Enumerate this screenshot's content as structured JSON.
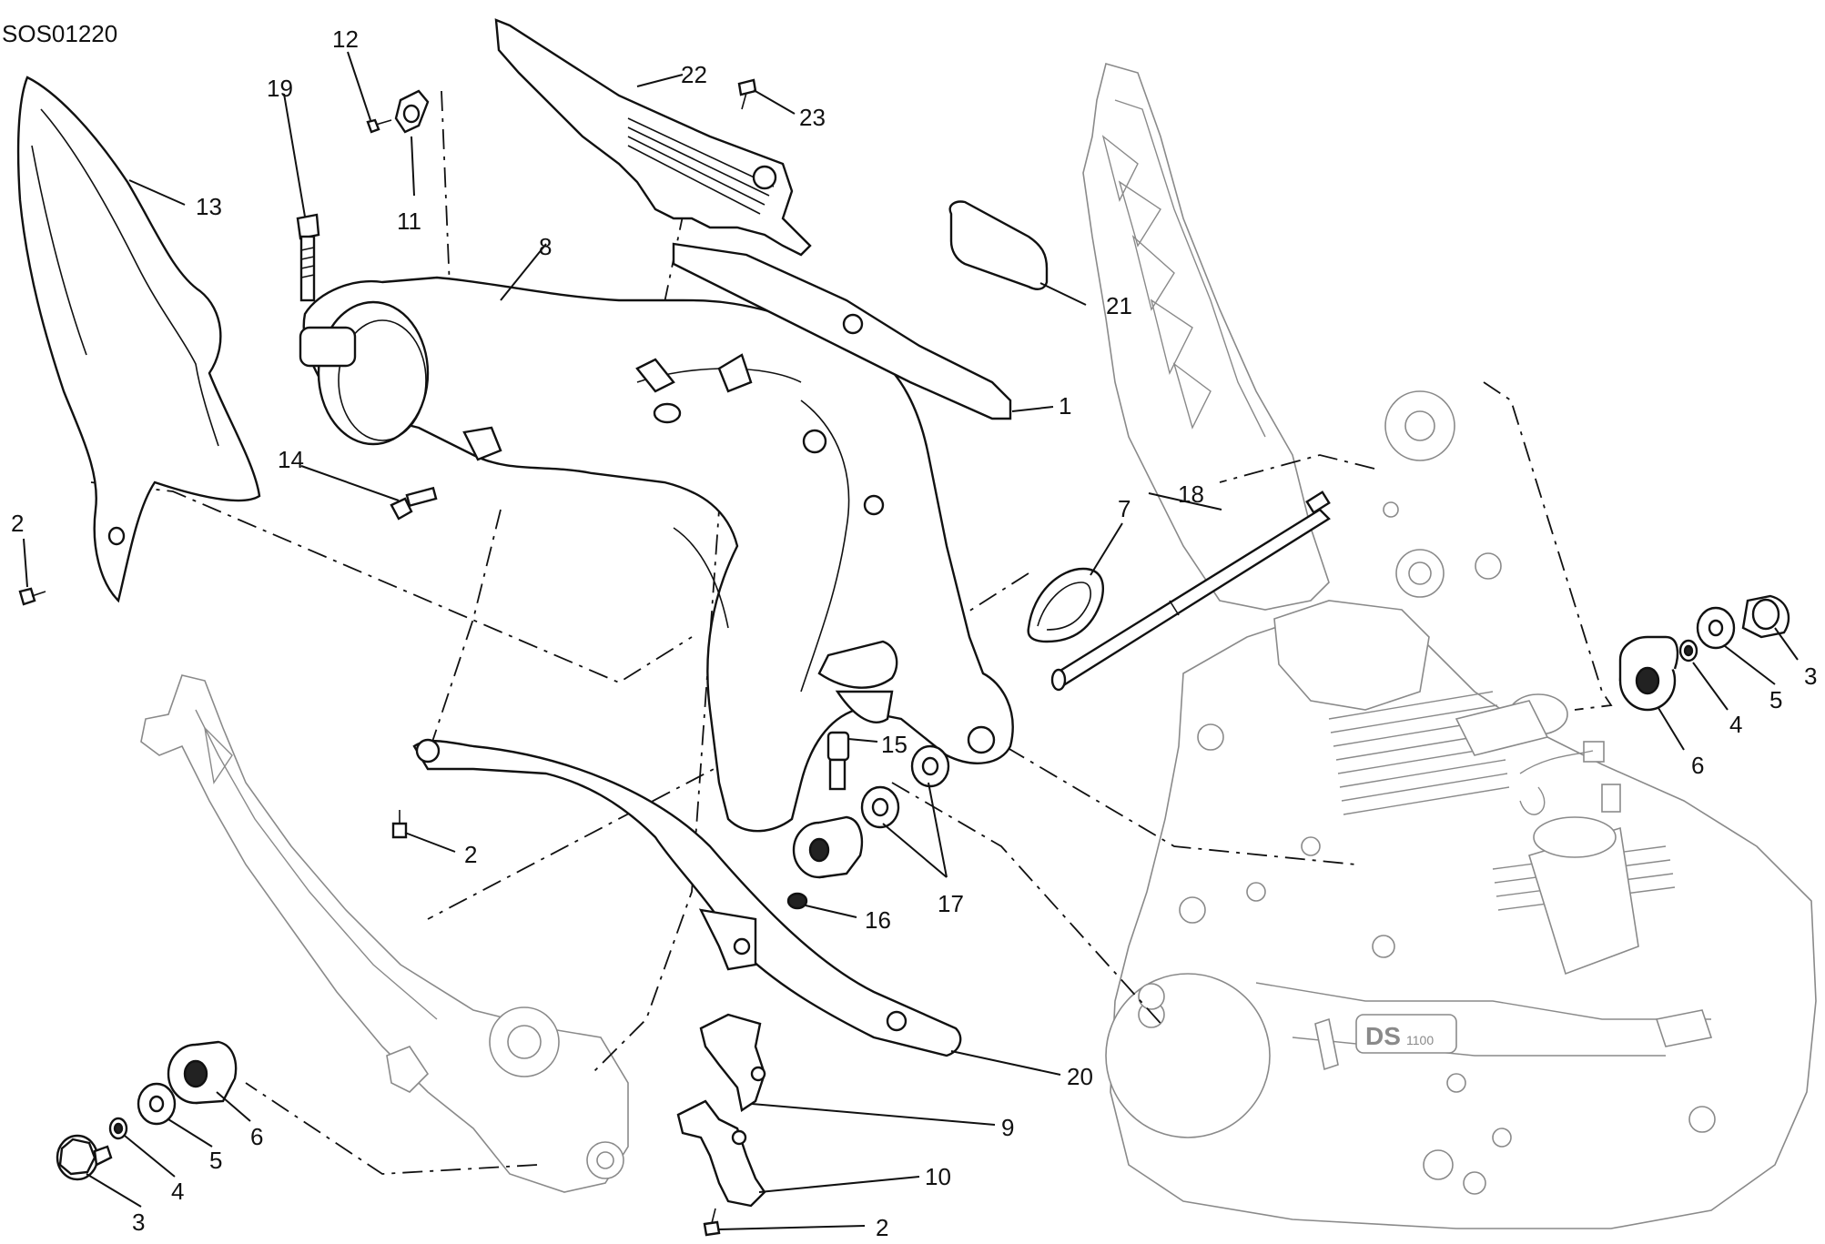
{
  "drawing_code": "SOS01220",
  "callouts": [
    {
      "id": "c1",
      "text": "1"
    },
    {
      "id": "c2a",
      "text": "2"
    },
    {
      "id": "c2b",
      "text": "2"
    },
    {
      "id": "c2c",
      "text": "2"
    },
    {
      "id": "c3a",
      "text": "3"
    },
    {
      "id": "c3b",
      "text": "3"
    },
    {
      "id": "c4a",
      "text": "4"
    },
    {
      "id": "c4b",
      "text": "4"
    },
    {
      "id": "c5a",
      "text": "5"
    },
    {
      "id": "c5b",
      "text": "5"
    },
    {
      "id": "c6a",
      "text": "6"
    },
    {
      "id": "c6b",
      "text": "6"
    },
    {
      "id": "c7",
      "text": "7"
    },
    {
      "id": "c8",
      "text": "8"
    },
    {
      "id": "c9",
      "text": "9"
    },
    {
      "id": "c10",
      "text": "10"
    },
    {
      "id": "c11",
      "text": "11"
    },
    {
      "id": "c12",
      "text": "12"
    },
    {
      "id": "c13",
      "text": "13"
    },
    {
      "id": "c14",
      "text": "14"
    },
    {
      "id": "c15",
      "text": "15"
    },
    {
      "id": "c16",
      "text": "16"
    },
    {
      "id": "c17",
      "text": "17"
    },
    {
      "id": "c18",
      "text": "18"
    },
    {
      "id": "c19",
      "text": "19"
    },
    {
      "id": "c20",
      "text": "20"
    },
    {
      "id": "c21",
      "text": "21"
    },
    {
      "id": "c22",
      "text": "22"
    },
    {
      "id": "c23",
      "text": "23"
    }
  ],
  "engine_badge": {
    "brand": "DS",
    "model": "1100"
  }
}
